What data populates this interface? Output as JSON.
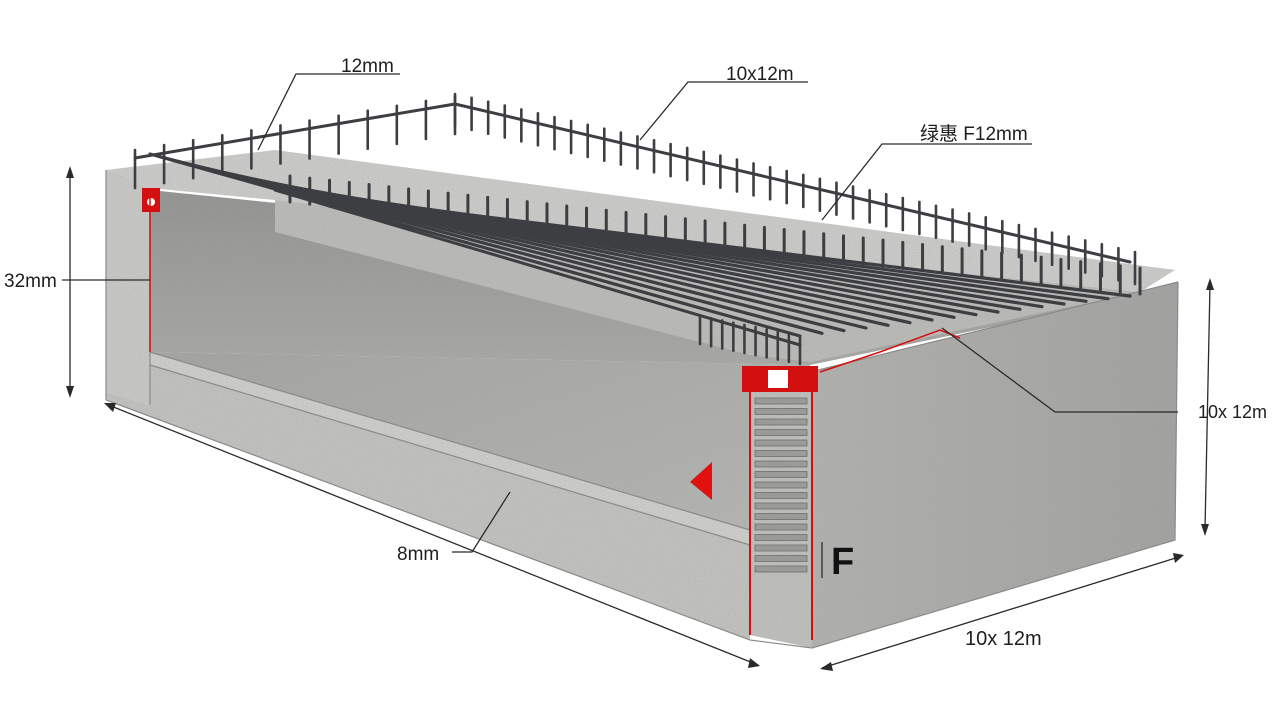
{
  "labels": {
    "top_bar_diameter": "12mm",
    "top_grid_spacing": "10x12m",
    "right_bar_callout": "绿惠 F12mm",
    "height_dim": "32mm",
    "right_edge_callout": "10x 12m",
    "front_length_dim": "8mm",
    "right_width_dim": "10x 12m",
    "section_marker": "F"
  },
  "colors": {
    "concrete_light": "#c9c9c6",
    "concrete_mid": "#b3b3b0",
    "concrete_dark": "#9a9a97",
    "rebar": "#3c3e42",
    "accent_red": "#d40f0f",
    "dimension_line": "#2a2a2a"
  }
}
